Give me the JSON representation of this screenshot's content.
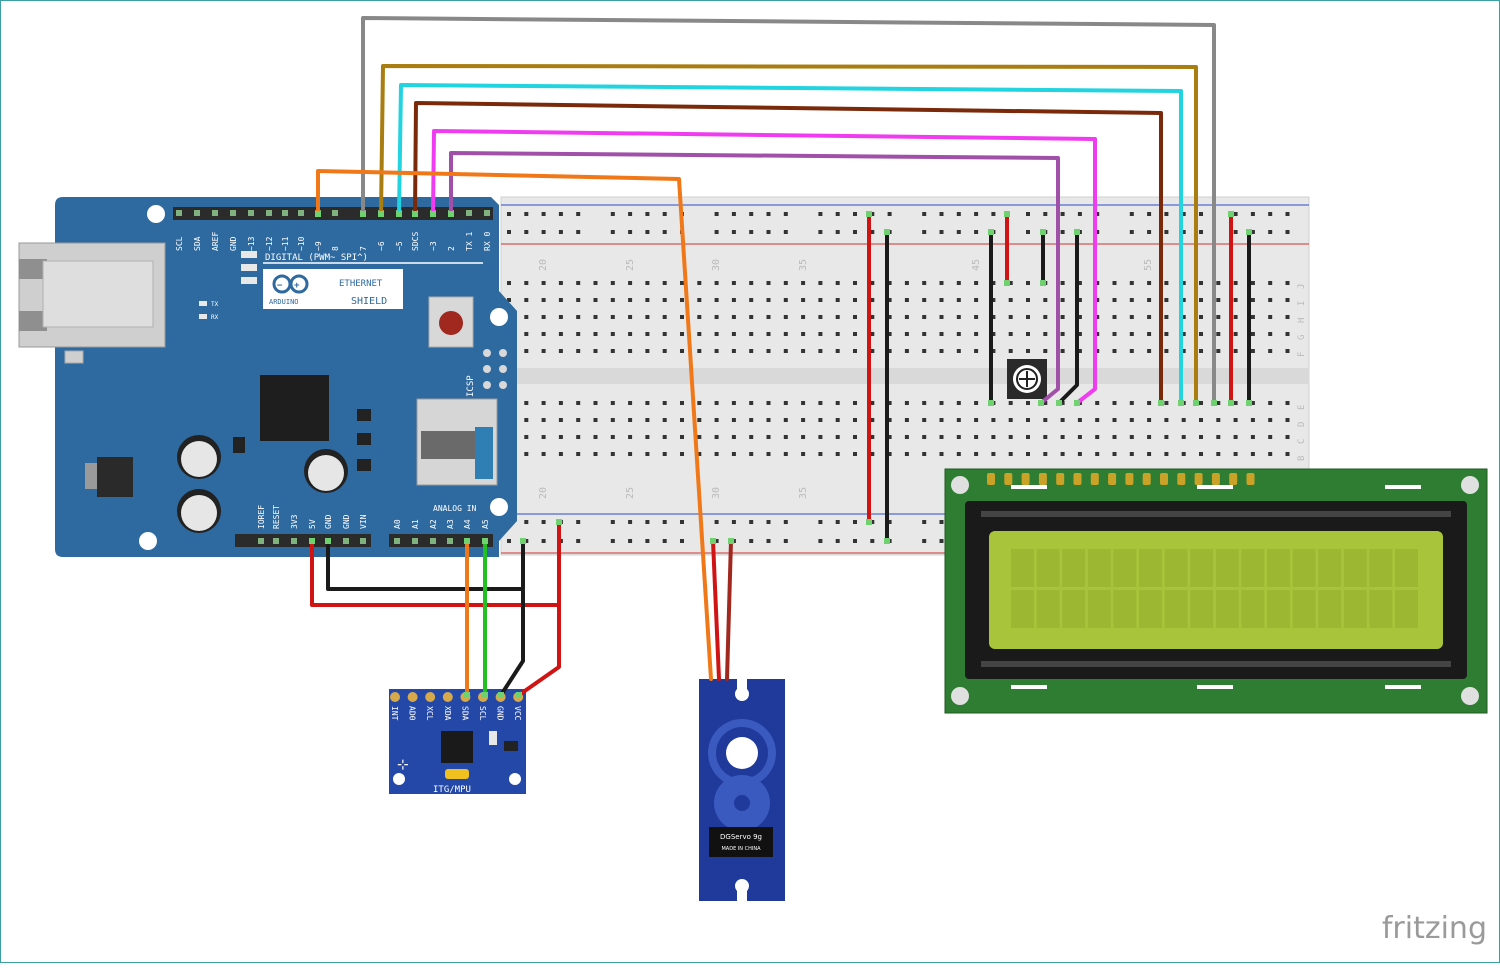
{
  "arduino": {
    "top_pin_labels": [
      "SCL",
      "SDA",
      "AREF",
      "GND",
      "~13",
      "~12",
      "~11",
      "~10",
      "~9",
      "8",
      "7",
      "~6",
      "~5",
      "SDCS",
      "~3",
      "2",
      "TX 1",
      "RX 0"
    ],
    "digital_label": "DIGITAL (PWM~ SPI^)",
    "brand": "ARDUINO",
    "shield_line1": "ETHERNET",
    "shield_line2": "SHIELD",
    "tx": "TX",
    "rx": "RX",
    "icsp": "ICSP",
    "analog_label": "ANALOG IN",
    "power_labels": [
      "IOREF",
      "RESET",
      "3V3",
      "5V",
      "GND",
      "GND",
      "VIN"
    ],
    "analog_labels": [
      "A0",
      "A1",
      "A2",
      "A3",
      "A4",
      "A5"
    ]
  },
  "breadboard": {
    "column_numbers_top": [
      "20",
      "25",
      "30",
      "35",
      "45",
      "55"
    ],
    "column_numbers_bottom": [
      "20",
      "25",
      "30",
      "35"
    ],
    "row_letters": [
      "J",
      "I",
      "H",
      "G",
      "F",
      "E",
      "D",
      "C",
      "B"
    ]
  },
  "mpu": {
    "pins": [
      "INT",
      "AD0",
      "XCL",
      "XDA",
      "SDA",
      "SCL",
      "GND",
      "VCC"
    ],
    "label": "ITG/MPU"
  },
  "servo": {
    "label_line1": "DGServo 9g",
    "label_line2": "MADE IN CHINA"
  },
  "watermark": "fritzing",
  "colors": {
    "board_blue": "#2e6aa0",
    "breadboard": "#e9e9e9",
    "lcd_pcb": "#2e7d32",
    "lcd_screen": "#a8c43a",
    "wire_gray": "#888888",
    "wire_gold": "#a97d0f",
    "wire_cyan": "#22d3e0",
    "wire_brown": "#7a2a0a",
    "wire_magenta": "#f03cf0",
    "wire_purple": "#a050a8",
    "wire_orange": "#f07818",
    "wire_red": "#d01414",
    "wire_black": "#1a1a1a",
    "wire_green": "#22c022"
  }
}
